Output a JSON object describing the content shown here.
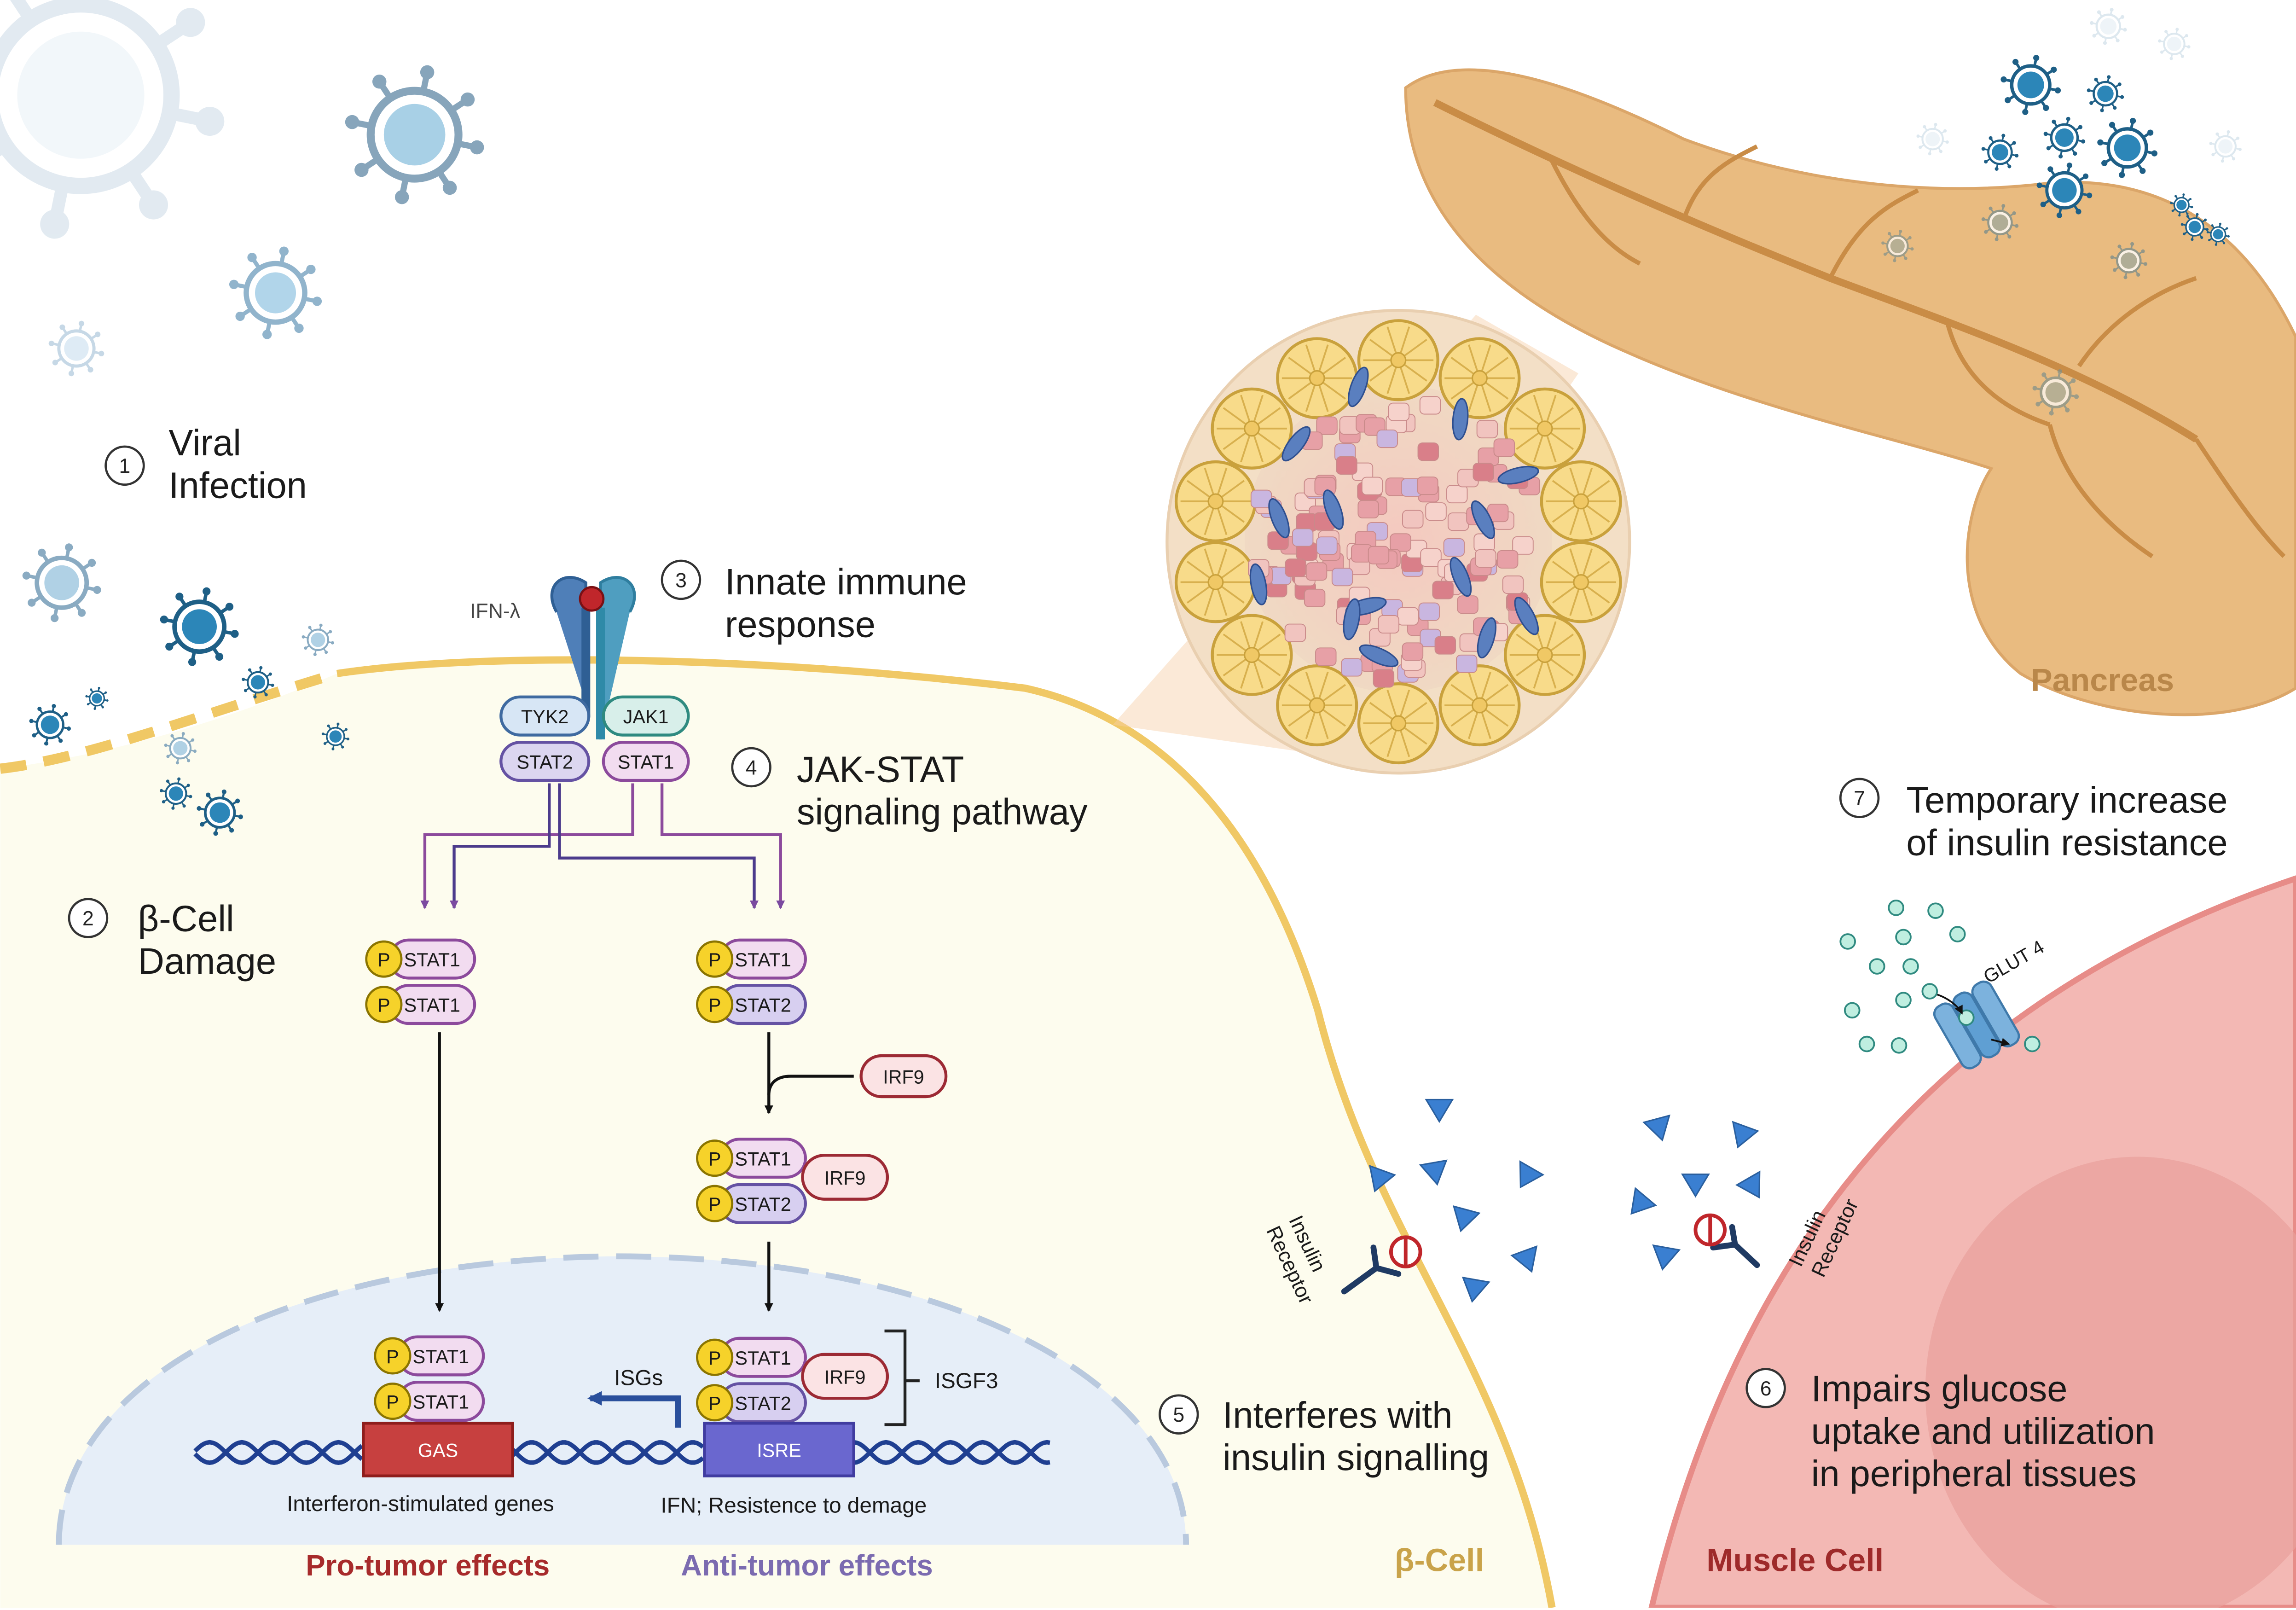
{
  "steps": [
    {
      "num": "1",
      "lines": [
        "Viral",
        "Infection"
      ]
    },
    {
      "num": "2",
      "lines": [
        "β-Cell",
        "Damage"
      ]
    },
    {
      "num": "3",
      "lines": [
        "Innate immune",
        "response"
      ]
    },
    {
      "num": "4",
      "lines": [
        "JAK-STAT",
        "signaling pathway"
      ]
    },
    {
      "num": "5",
      "lines": [
        "Interferes with",
        "insulin signalling"
      ]
    },
    {
      "num": "6",
      "lines": [
        "Impairs glucose",
        "uptake and utilization",
        "in peripheral tissues"
      ]
    },
    {
      "num": "7",
      "lines": [
        "Temporary increase",
        "of insulin resistance"
      ]
    }
  ],
  "receptor": {
    "ligand": "IFN-λ",
    "tyk2": "TYK2",
    "jak1": "JAK1",
    "stat2": "STAT2",
    "stat1": "STAT1"
  },
  "proteins": {
    "p": "P",
    "stat1": "STAT1",
    "stat2": "STAT2",
    "irf9": "IRF9"
  },
  "nucleus": {
    "isgs": "ISGs",
    "isgf3": "ISGF3",
    "gas": "GAS",
    "isre": "ISRE",
    "gas_caption": "Interferon-stimulated genes",
    "isre_caption": "IFN; Resistence to demage"
  },
  "effects": {
    "pro": "Pro-tumor effects",
    "anti": "Anti-tumor effects"
  },
  "cells": {
    "beta": "β-Cell",
    "muscle": "Muscle Cell",
    "pancreas": "Pancreas"
  },
  "insulin_receptor": [
    "Insulin",
    "Receptor"
  ],
  "glut4": "GLUT 4",
  "colors": {
    "beta_membrane": "#f0c865",
    "beta_cytoplasm": "#fdfcee",
    "muscle_cell": "#f2a3a0",
    "nucleus": "#e6eef8",
    "pro_tumor": "#a72b2b",
    "anti_tumor": "#7b6bb0",
    "virus": "#2d6c92",
    "pancreas": "#e6b67c"
  }
}
